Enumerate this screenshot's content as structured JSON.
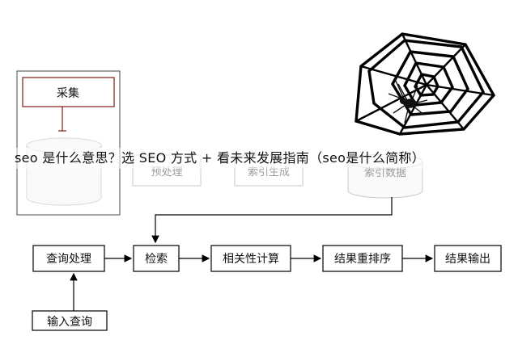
{
  "diagram": {
    "nodes": {
      "collect": "采集",
      "pre_process": "预处理",
      "index_gen": "索引生成",
      "index_data": "索引数据",
      "query_process": "查询处理",
      "retrieve": "检索",
      "relevance": "相关性计算",
      "rerank": "结果重排序",
      "output": "结果输出",
      "input_query": "输入查询"
    },
    "colors": {
      "collect_border": "#8b2a2a",
      "arrow": "#000000",
      "faded": "#bdbdbd"
    },
    "icons": [
      "spider-web-icon",
      "spider-icon"
    ]
  },
  "overlay": {
    "title": "seo 是什么意思？选 SEO 方式 + 看未来发展指南（seo是什么简称）"
  }
}
